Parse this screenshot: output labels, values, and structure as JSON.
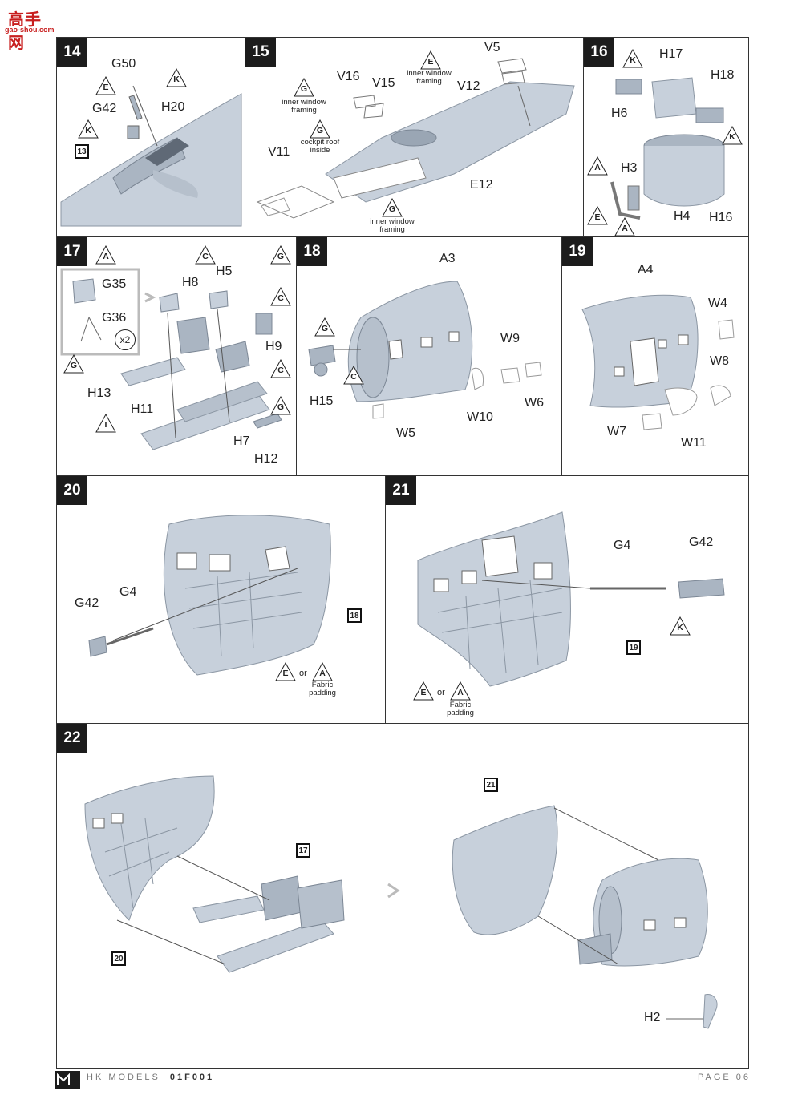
{
  "watermark": {
    "main": "高手网",
    "sub": "gao-shou.com"
  },
  "colors": {
    "part": "#c7d0db",
    "part_dark": "#9aa6b4",
    "line": "#555555"
  },
  "steps": {
    "s14": {
      "number": "14",
      "labels": {
        "g50": "G50",
        "g42": "G42",
        "h20": "H20"
      },
      "codes": {
        "k1": "K",
        "e": "E",
        "k2": "K"
      },
      "ref": "13"
    },
    "s15": {
      "number": "15",
      "labels": {
        "v16": "V16",
        "v15": "V15",
        "v5": "V5",
        "v12": "V12",
        "v11": "V11",
        "e12": "E12"
      },
      "codes": {
        "g1": "G",
        "g2": "G",
        "e": "E",
        "g3": "G"
      },
      "notes": {
        "n1": "inner window\nframing",
        "n2": "cockpit roof\ninside",
        "n3": "inner window\nframing",
        "n4": "inner window\nframing"
      }
    },
    "s16": {
      "number": "16",
      "labels": {
        "h17": "H17",
        "h18": "H18",
        "h6": "H6",
        "h3": "H3",
        "h4": "H4",
        "h16": "H16"
      },
      "codes": {
        "k1": "K",
        "k2": "K",
        "a1": "A",
        "e": "E",
        "a2": "A"
      }
    },
    "s17": {
      "number": "17",
      "labels": {
        "g35": "G35",
        "g36": "G36",
        "x2": "x2",
        "h8": "H8",
        "h5": "H5",
        "h9": "H9",
        "h13": "H13",
        "h11": "H11",
        "h7": "H7",
        "h12": "H12"
      },
      "codes": {
        "a": "A",
        "c1": "C",
        "g1": "G",
        "c2": "C",
        "c3": "C",
        "g2": "G",
        "g3": "G",
        "i": "I"
      }
    },
    "s18": {
      "number": "18",
      "labels": {
        "a3": "A3",
        "w9": "W9",
        "w6": "W6",
        "w10": "W10",
        "h15": "H15",
        "w5": "W5"
      },
      "codes": {
        "g": "G",
        "c": "C"
      }
    },
    "s19": {
      "number": "19",
      "labels": {
        "a4": "A4",
        "w4": "W4",
        "w8": "W8",
        "w7": "W7",
        "w11": "W11"
      }
    },
    "s20": {
      "number": "20",
      "labels": {
        "g42": "G42",
        "g4": "G4",
        "or": "or",
        "fabric": "Fabric\npadding"
      },
      "codes": {
        "e": "E",
        "a": "A"
      },
      "ref": "18"
    },
    "s21": {
      "number": "21",
      "labels": {
        "g4": "G4",
        "g42": "G42",
        "or": "or",
        "fabric": "Fabric\npadding"
      },
      "codes": {
        "k": "K",
        "e": "E",
        "a": "A"
      },
      "ref": "19"
    },
    "s22": {
      "number": "22",
      "labels": {
        "h2": "H2"
      },
      "refs": {
        "r17": "17",
        "r20": "20",
        "r21": "21"
      }
    }
  },
  "footer": {
    "brand": "HK MODELS",
    "code": "01F001",
    "page": "PAGE 06"
  }
}
